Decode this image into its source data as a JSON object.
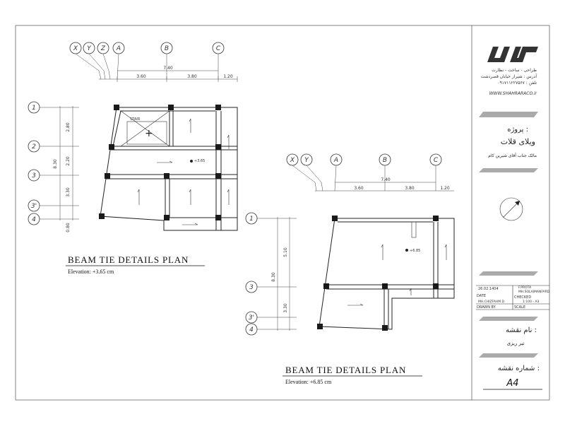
{
  "plan1": {
    "title": "BEAM TIE DETAILS PLAN",
    "elevation": "Elevation: +3.65 cm",
    "grid_x": [
      "X",
      "Y",
      "Z",
      "A",
      "B",
      "C"
    ],
    "grid_y": [
      "1",
      "2",
      "3",
      "3'",
      "4"
    ],
    "dim_total": "7.40",
    "dim_ab": "3.60",
    "dim_bc": "3.80",
    "dim_cant": "1.20",
    "dim_v_12": "2.80",
    "dim_v_23": "2.20",
    "dim_v_total": "8.30",
    "dim_v_34": "3.30",
    "dim_v_3p4": "0.80",
    "stair_label": "STAIR",
    "level_label": "+3.65"
  },
  "plan2": {
    "title": "BEAM TIE DETAILS PLAN",
    "elevation": "Elevation: +6.85 cm",
    "grid_x": [
      "X",
      "Y",
      "A",
      "B",
      "C"
    ],
    "grid_y": [
      "1",
      "3",
      "3'",
      "4"
    ],
    "dim_total": "7.40",
    "dim_ab": "3.60",
    "dim_bc": "3.80",
    "dim_cant": "1.20",
    "dim_v_13": "5.10",
    "dim_v_total": "8.30",
    "dim_v_34": "3.30",
    "level_label": "+6.85"
  },
  "titleblock": {
    "logo_text": "شهرآرا",
    "services": "طراحی - ساخت - نظارت",
    "address": "آدرس : شیراز خیابان قصردشت",
    "phone": "تلفن : ۰۹۱۷۱۱۲۲۷۵۶۷",
    "website": "WWW.SHAHRARACO.ir",
    "project_label": "پروژه :",
    "project_name": "ویلای قلات",
    "owner": "مالک جناب آقای شیرین کام",
    "date_value": "26.02.1404",
    "date_label": "DATE",
    "checked_value": "F.PROTA",
    "checked_sub": "MH.SOLAIMANFARD",
    "checked_label": "CHECKED",
    "drawn_value": "MH.CHIZFAHM.D",
    "drawn_label": "DRAWN BY",
    "scale_value": "1:100 - A3",
    "scale_label": "SCALE",
    "sheet_name_label": "نام نقشه :",
    "sheet_name_value": "تیر ریزی",
    "sheet_number_label": "شماره نقشه :",
    "sheet_number_value": "A4"
  }
}
